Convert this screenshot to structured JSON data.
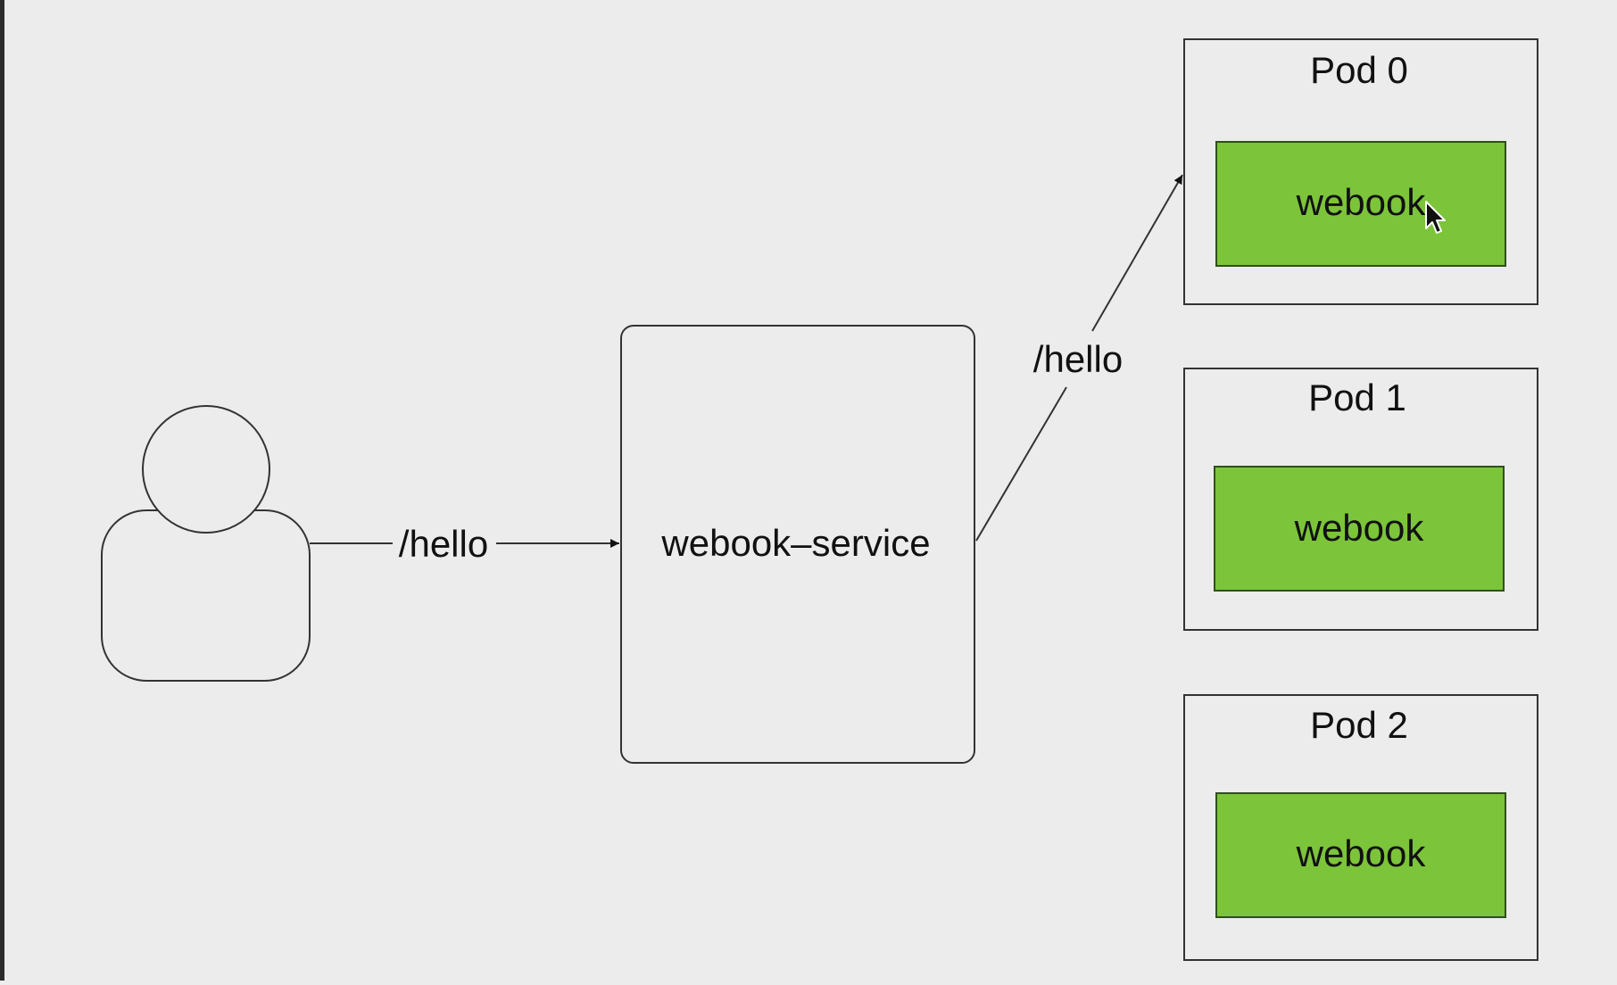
{
  "diagram": {
    "user": {
      "icon": "user-icon"
    },
    "edge_user_to_service": {
      "label": "/hello"
    },
    "service": {
      "label": "webook–service"
    },
    "edge_service_to_pod0": {
      "label": "/hello"
    },
    "pods": [
      {
        "title": "Pod 0",
        "container_label": "webook"
      },
      {
        "title": "Pod 1",
        "container_label": "webook"
      },
      {
        "title": "Pod 2",
        "container_label": "webook"
      }
    ],
    "colors": {
      "background": "#ececec",
      "container_fill": "#7cc43a",
      "container_stroke": "#2f4f1a",
      "stroke": "#333333"
    },
    "cursor": {
      "icon": "mouse-pointer-icon",
      "over": "Pod 0 webook"
    }
  }
}
